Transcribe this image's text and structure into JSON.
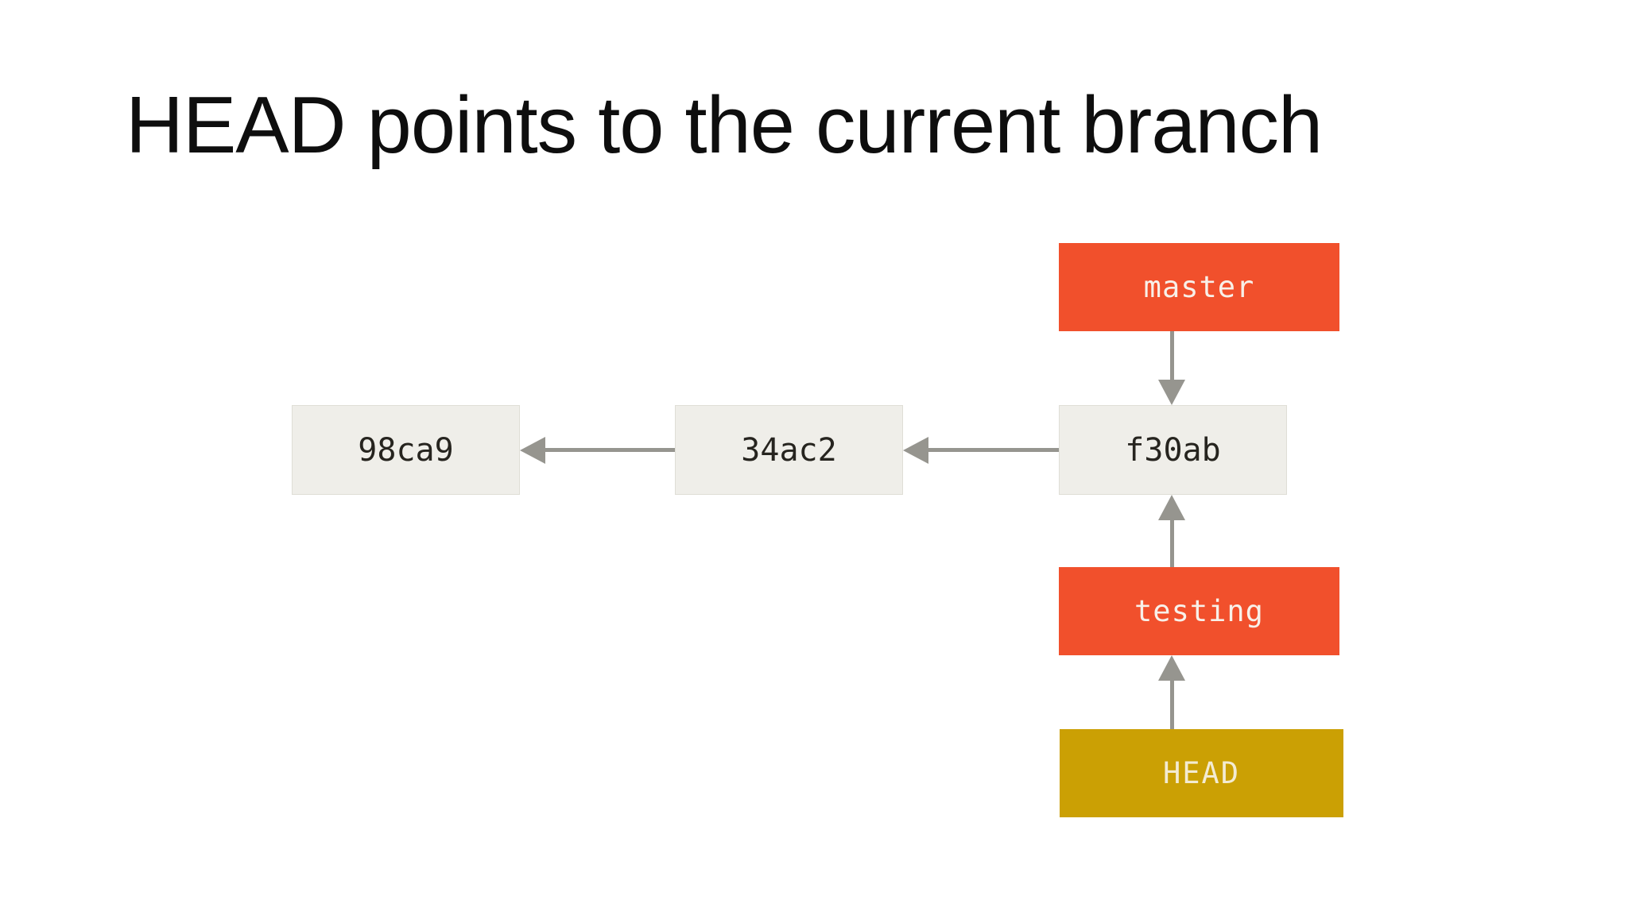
{
  "title": "HEAD points to the current branch",
  "diagram": {
    "commits": [
      {
        "id": "98ca9"
      },
      {
        "id": "34ac2"
      },
      {
        "id": "f30ab"
      }
    ],
    "branch_labels": [
      {
        "label": "master"
      },
      {
        "label": "testing"
      }
    ],
    "head": {
      "label": "HEAD"
    },
    "edges": [
      {
        "from": "master",
        "to": "f30ab",
        "arrow_direction": "down"
      },
      {
        "from": "f30ab",
        "to": "34ac2",
        "arrow_direction": "left"
      },
      {
        "from": "34ac2",
        "to": "98ca9",
        "arrow_direction": "left"
      },
      {
        "from": "testing",
        "to": "f30ab",
        "arrow_direction": "up"
      },
      {
        "from": "HEAD",
        "to": "testing",
        "arrow_direction": "up"
      }
    ]
  },
  "colors": {
    "background": "#FFFFFF",
    "title_text": "#0E0E0E",
    "branch_box": "#F1502C",
    "branch_text": "#F8F0E9",
    "head_box": "#CBA004",
    "head_text": "#F3EBD2",
    "commit_box": "#EFEEE9",
    "commit_box_border": "#DFDED6",
    "commit_text": "#26241F",
    "arrow": "#96958F"
  }
}
